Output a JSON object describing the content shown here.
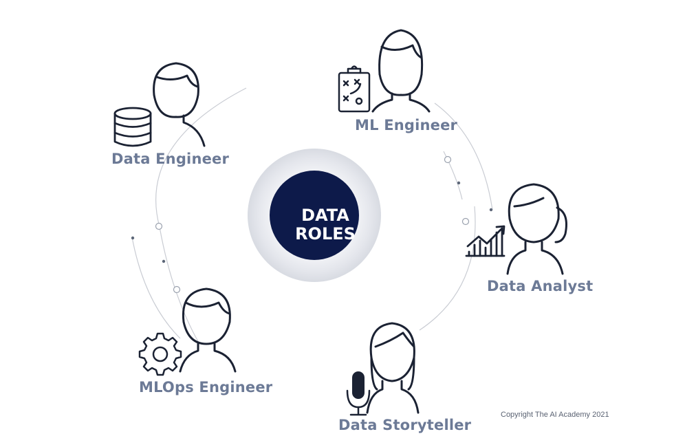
{
  "center": {
    "line1": "DATA",
    "line2": "ROLES",
    "fill": "#0d1a4a"
  },
  "roles": {
    "ml_engineer": "ML Engineer",
    "data_engineer": "Data Engineer",
    "data_analyst": "Data Analyst",
    "mlops_engineer": "MLOps Engineer",
    "data_storyteller": "Data Storyteller"
  },
  "colors": {
    "label": "#6c7a96",
    "stroke": "#1b2233",
    "arc": "#c9ccd3"
  },
  "copyright": "Copyright The AI Academy 2021"
}
